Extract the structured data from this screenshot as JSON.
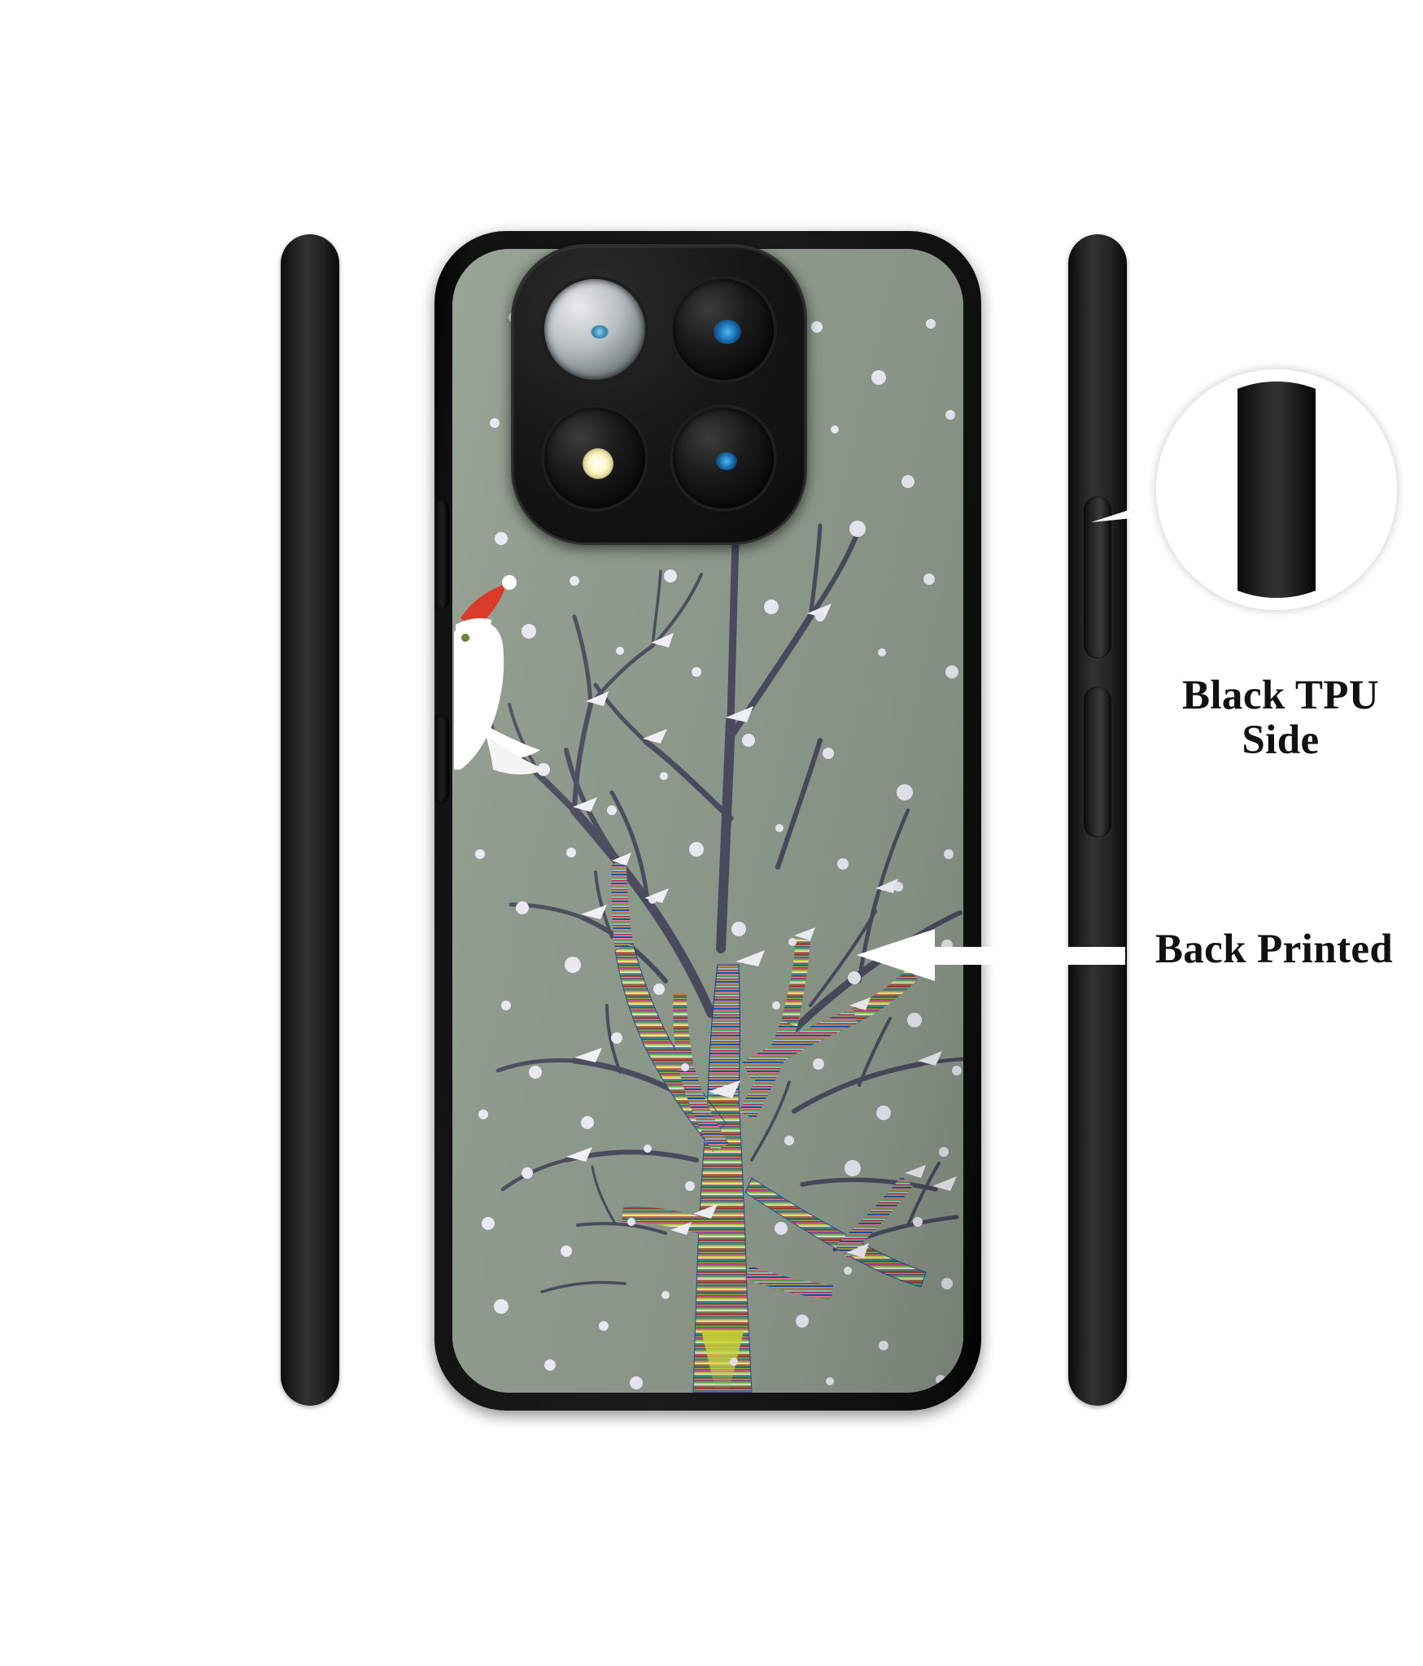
{
  "product": {
    "type": "mobile-phone-back-cover",
    "view_count": 3,
    "background_color": "#ffffff"
  },
  "callouts": [
    {
      "id": "black-tpu-side",
      "label_line1": "Black TPU",
      "label_line2": "Side",
      "full_label": "Black TPU Side",
      "marker": "circular-magnifier",
      "points_to": "right-side-view-button-edge",
      "marker_fill": "#1d1d1d",
      "marker_border": "#ffffff"
    },
    {
      "id": "back-printed",
      "full_label": "Back Printed",
      "marker": "left-pointing-arrow",
      "points_to": "main-case-printed-back",
      "marker_fill": "#ffffff"
    }
  ],
  "side_views": {
    "left": {
      "name": "left-profile",
      "buttons": []
    },
    "right": {
      "name": "right-profile",
      "buttons": [
        {
          "name": "power-button"
        },
        {
          "name": "volume-rocker"
        }
      ]
    },
    "material_color": "#1d1d1d"
  },
  "main_case": {
    "frame_color": "#0d0d0d",
    "cutouts": [
      {
        "name": "power-button-cutout"
      },
      {
        "name": "volume-button-cutout"
      }
    ],
    "camera_module": {
      "shape": "squircle",
      "housing_color": "#141414",
      "lenses": [
        {
          "name": "wide-lens",
          "position": "top-left",
          "color": "#b9bfc1"
        },
        {
          "name": "telephoto-lens",
          "position": "top-right",
          "color": "#0d0d0d",
          "glint": "#2f8fd0"
        },
        {
          "name": "led-flash",
          "position": "bottom-left",
          "color": "#ffffff"
        },
        {
          "name": "ultrawide-lens",
          "position": "bottom-right",
          "color": "#0d0d0d",
          "glint": "#2f8fd0"
        }
      ]
    },
    "artwork": {
      "title": "Winter Striped Tree",
      "background_color": "#8b9789",
      "branch_color": "#4a4a5e",
      "snow_color": "#f2f0f7",
      "snowflake_color": "#e6e4ef",
      "trunk_glow_color": "#c9d62e",
      "bird": {
        "name": "bird-with-santa-hat",
        "body_color": "#ffffff",
        "hat_color": "#d62a18",
        "hat_pom_color": "#ffffff",
        "eye_color": "#5a7a2a"
      },
      "stripe_palette": [
        "#e8398f",
        "#1b4fa0",
        "#f4e61e",
        "#6cc04a",
        "#ef7d1a",
        "#ffffff",
        "#d62a18",
        "#0f8f8f",
        "#8bc53f",
        "#0b3d91",
        "#ff6fae",
        "#2aa84a",
        "#f9a825",
        "#1565c0",
        "#c2185b"
      ]
    }
  }
}
